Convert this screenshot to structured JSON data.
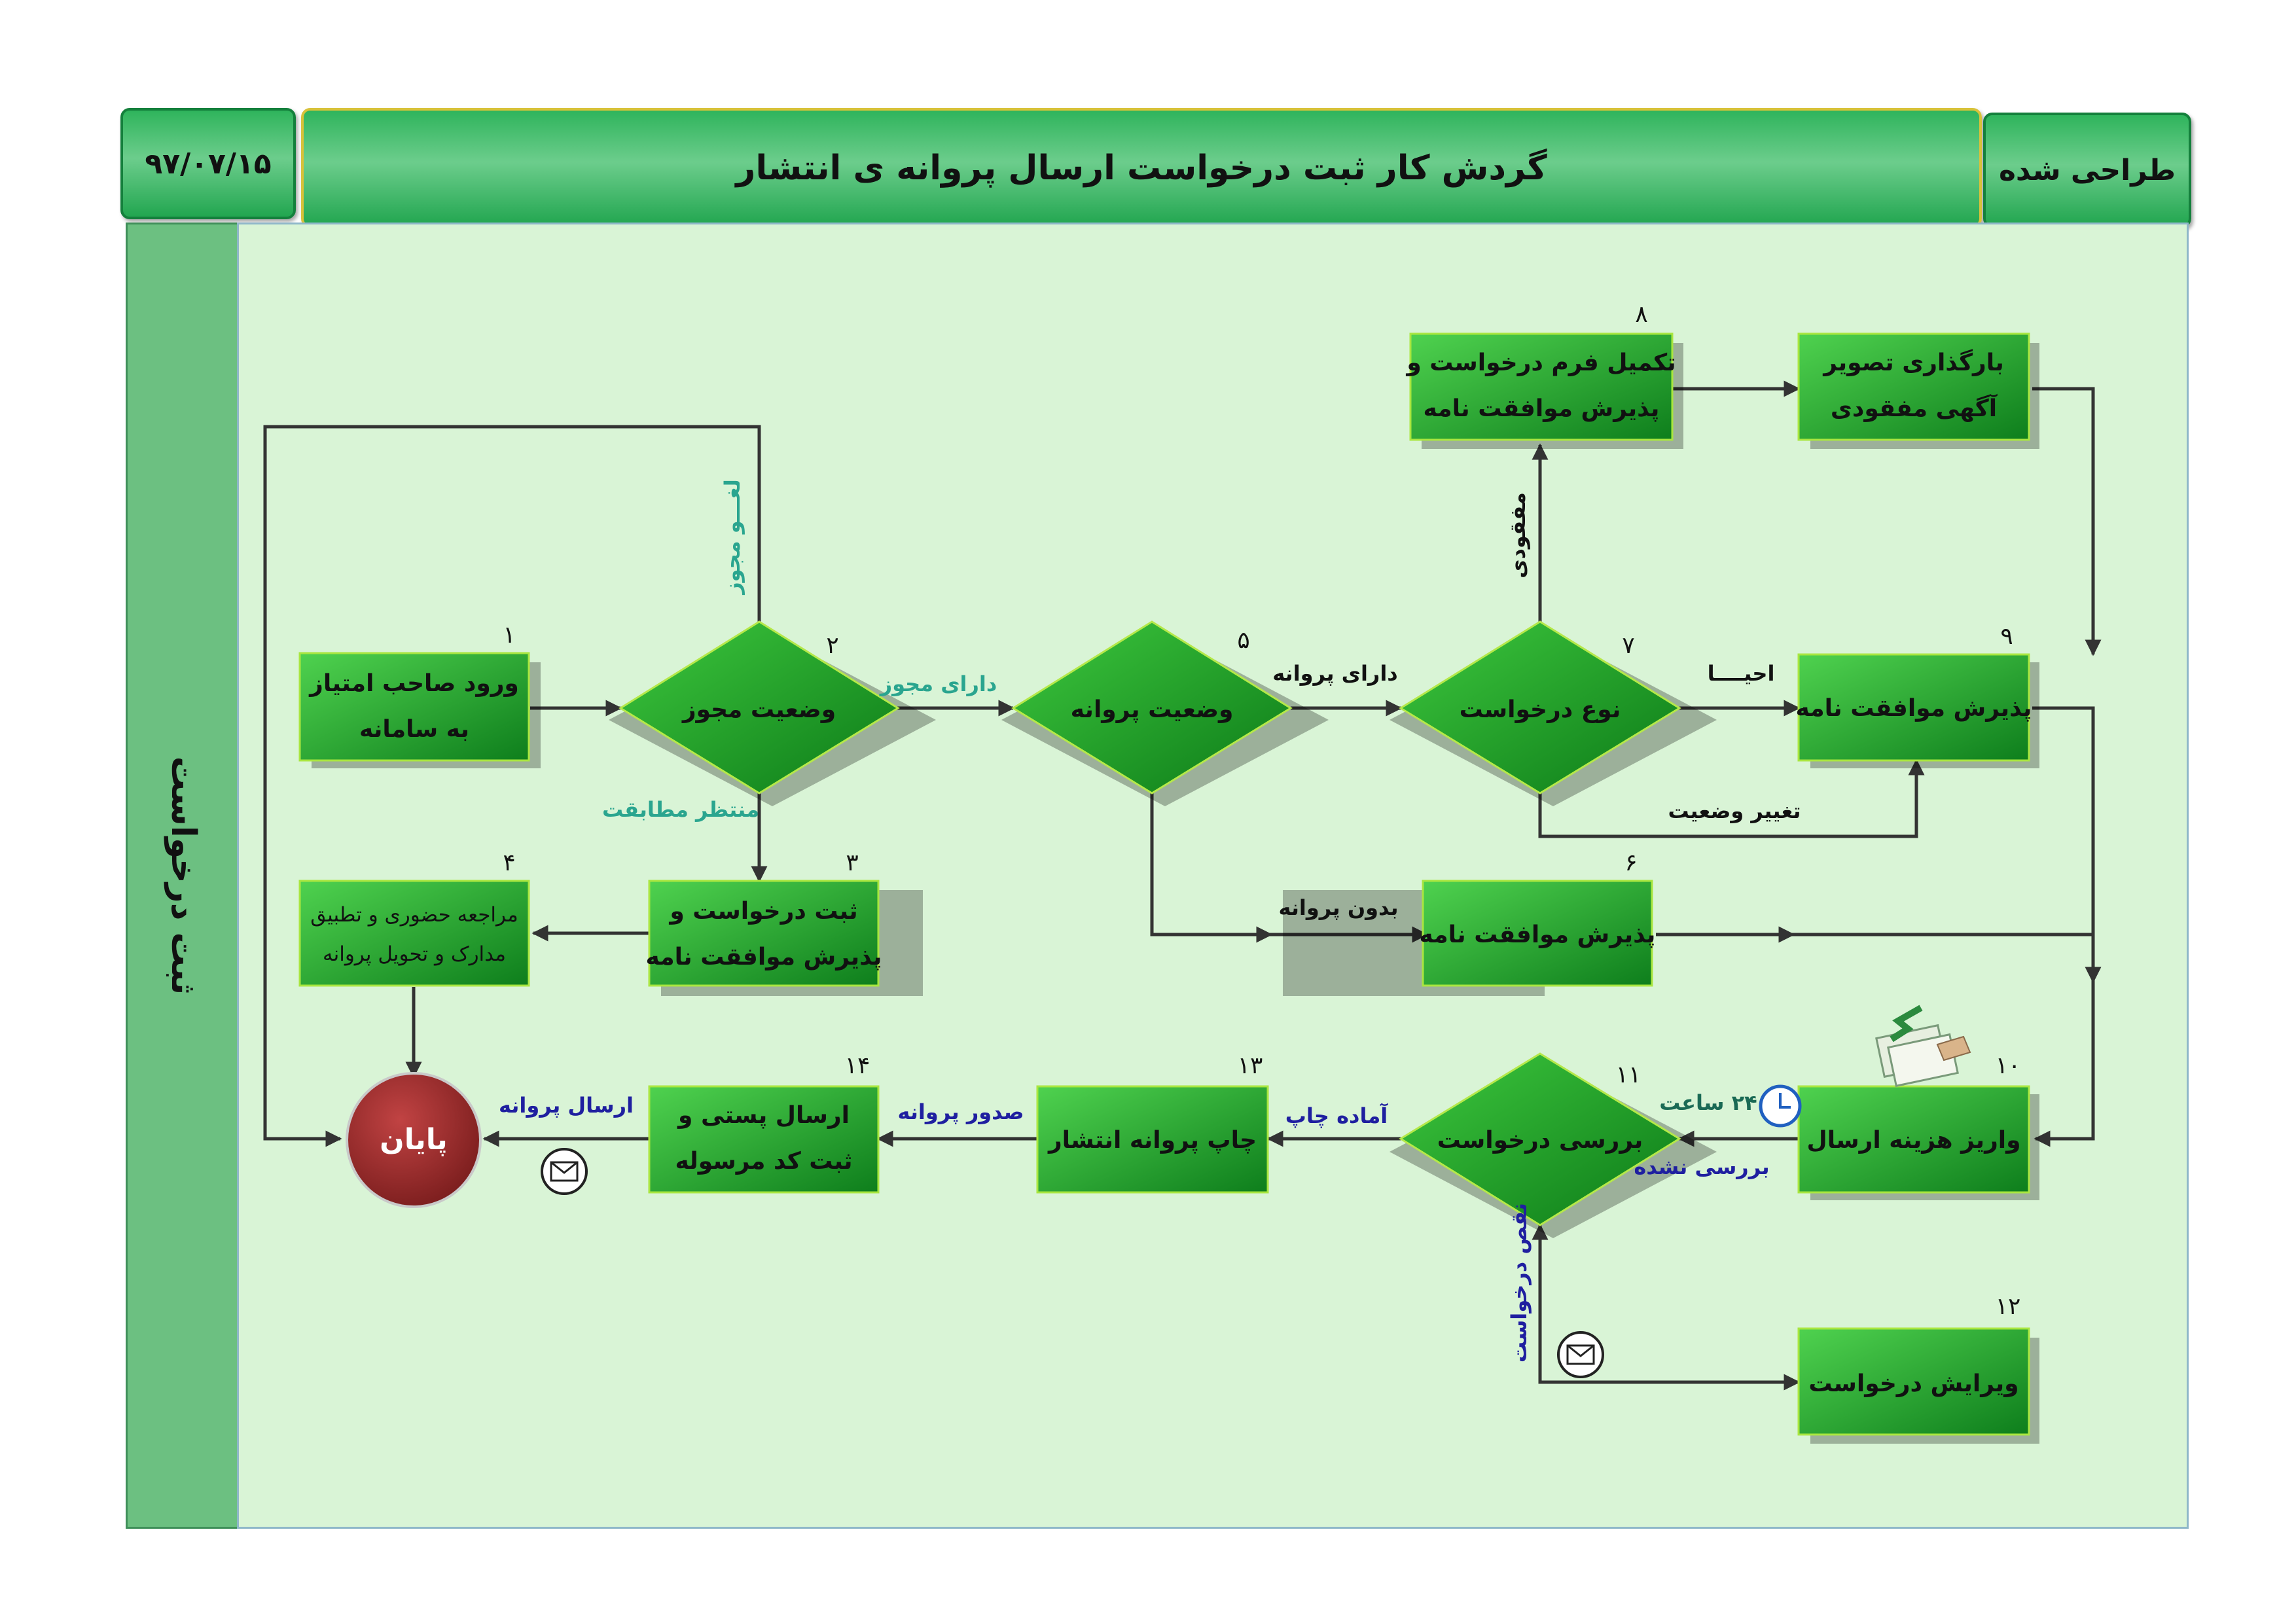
{
  "header": {
    "date": "۹۷/۰۷/۱۵",
    "title": "گردش کار ثبت درخواست ارسال پروانه ی انتشار",
    "status": "طراحی شده"
  },
  "lane": {
    "label": "ثبت درخواست"
  },
  "nodes": {
    "n1": {
      "num": "۱",
      "line1": "ورود صاحب امتیاز",
      "line2": "به سامانه"
    },
    "n2": {
      "num": "۲",
      "line1": "وضعیت مجوز"
    },
    "n3": {
      "num": "۳",
      "line1": "ثبت درخواست و",
      "line2": "پذیرش موافقت نامه"
    },
    "n4": {
      "num": "۴",
      "line1": "مراجعه حضوری و تطبیق",
      "line2": "مدارک و تحویل پروانه"
    },
    "n5": {
      "num": "۵",
      "line1": "وضعیت پروانه"
    },
    "n6": {
      "num": "۶",
      "line1": "پذیرش موافقت نامه"
    },
    "n7": {
      "num": "۷",
      "line1": "نوع درخواست"
    },
    "n8": {
      "num": "۸",
      "line1": "تکمیل فرم درخواست و",
      "line2": "پذیرش موافقت نامه"
    },
    "n8b": {
      "line1": "بارگذاری تصویر",
      "line2": "آگهی مفقودی"
    },
    "n9": {
      "num": "۹",
      "line1": "پذیرش موافقت نامه"
    },
    "n10": {
      "num": "۱۰",
      "line1": "واریز هزینه ارسال"
    },
    "n11": {
      "num": "۱۱",
      "line1": "بررسی درخواست"
    },
    "n12": {
      "num": "۱۲",
      "line1": "ویرایش درخواست"
    },
    "n13": {
      "num": "۱۳",
      "line1": "چاپ پروانه انتشار"
    },
    "n14": {
      "num": "۱۴",
      "line1": "ارسال پستی و",
      "line2": "ثبت کد مرسوله"
    },
    "end": {
      "label": "پایان"
    }
  },
  "edge_labels": {
    "cancel_permit": "لغـــو مجوز",
    "has_permit": "دارای مجوز",
    "awaiting_match": "منتظر مطابقت",
    "has_license": "دارای پروانه",
    "no_license": "بدون پروانه",
    "lost": "مفقودی",
    "revival": "احیــــا",
    "status_change": "تغییر وضعیت",
    "hours_24": "۲۴ ساعت",
    "not_reviewed": "بررسی نشده",
    "print_ready": "آماده چاپ",
    "license_issued": "صدور پروانه",
    "license_sent": "ارسال پروانه",
    "request_defect": "نقص درخواست"
  },
  "colors": {
    "box_light": "#3fc24a",
    "box_dark": "#118a1c",
    "canvas": "#d9f4d6",
    "line": "#333333",
    "teal_label": "#2aa58f",
    "blue_label": "#1f1fa0",
    "end_node": "#9e2a2a"
  }
}
